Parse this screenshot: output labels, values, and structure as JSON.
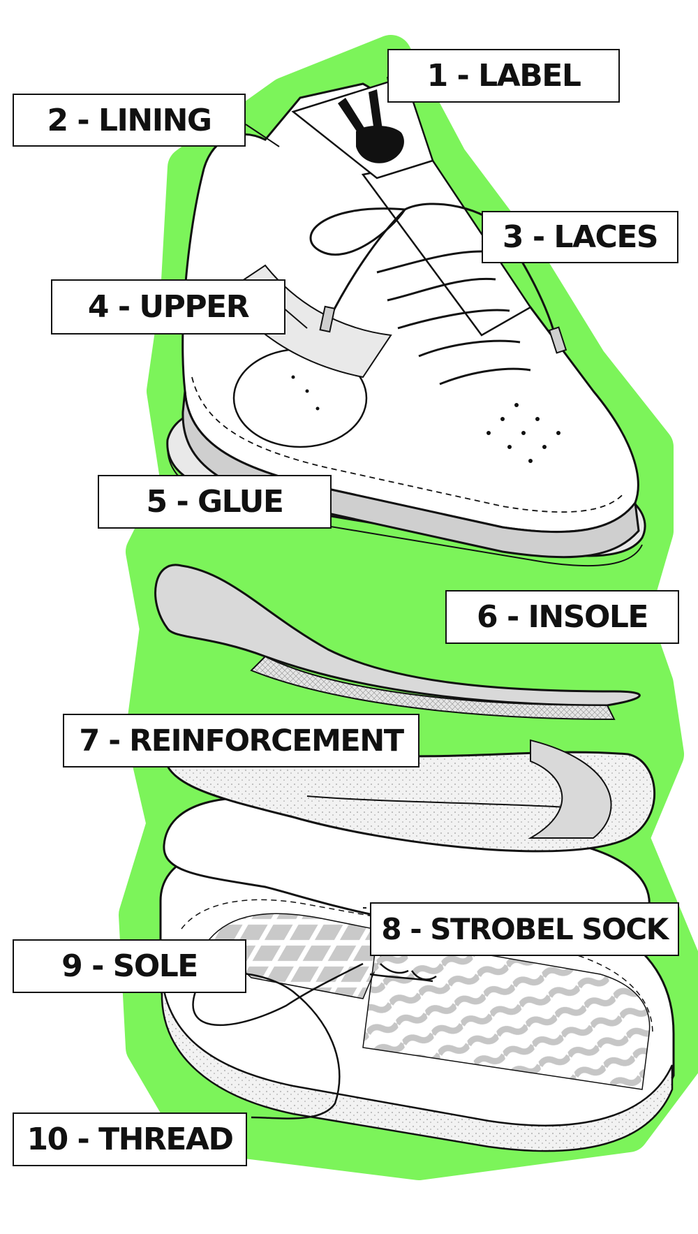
{
  "colors": {
    "background": "#ffffff",
    "outline_glow": "#7CF45A",
    "ink": "#111111",
    "shoe_fill": "#ffffff",
    "shading": "#cfcfcf",
    "light_fill": "#ececec"
  },
  "icons": {
    "brand_logo": "peace-hand-icon"
  },
  "parts": [
    {
      "id": "label",
      "text": "1 - LABEL"
    },
    {
      "id": "lining",
      "text": "2 - LINING"
    },
    {
      "id": "laces",
      "text": "3 - LACES"
    },
    {
      "id": "upper",
      "text": "4 - UPPER"
    },
    {
      "id": "glue",
      "text": "5 - GLUE"
    },
    {
      "id": "insole",
      "text": "6 - INSOLE"
    },
    {
      "id": "reinforcement",
      "text": "7 - REINFORCEMENT"
    },
    {
      "id": "strobel-sock",
      "text": "8 - STROBEL SOCK"
    },
    {
      "id": "sole",
      "text": "9 - SOLE"
    },
    {
      "id": "thread",
      "text": "10 - THREAD"
    }
  ]
}
